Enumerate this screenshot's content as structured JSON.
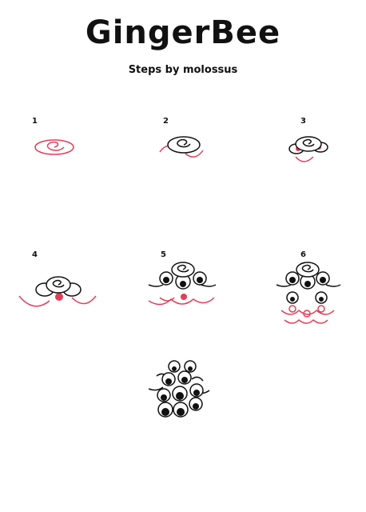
{
  "title": "GingerBee",
  "subtitle": "Steps by molossus",
  "steps": [
    {
      "label": "1"
    },
    {
      "label": "2"
    },
    {
      "label": "3"
    },
    {
      "label": "4"
    },
    {
      "label": "5"
    },
    {
      "label": "6"
    }
  ],
  "colors": {
    "ink": "#111111",
    "pencil": "#e0405a",
    "paper": "#ffffff"
  }
}
